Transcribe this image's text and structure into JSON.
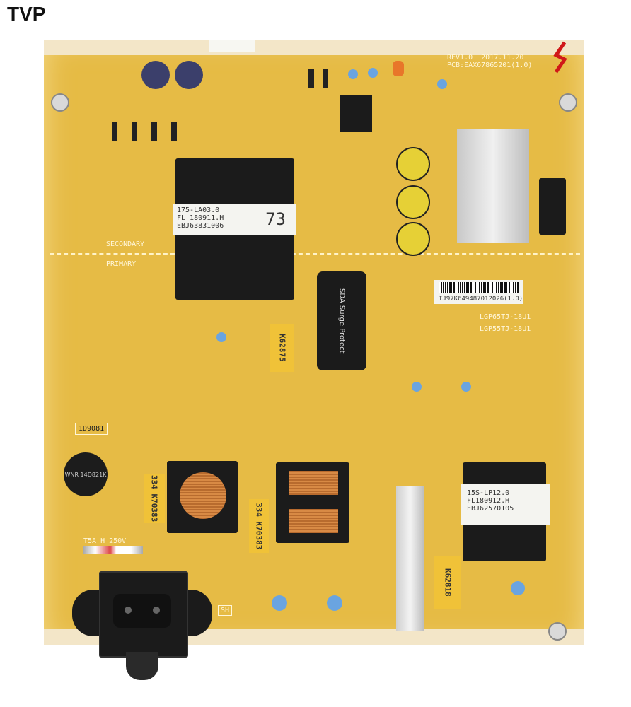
{
  "logo": "TVP",
  "board": {
    "revision": "REV1.0  2017.11.20",
    "pcb_number": "PCB:EAX67865201(1.0)",
    "barcode_text": "TJ97K649487012026(1.0)",
    "model_1": "LGP65TJ-18U1",
    "model_2": "LGP55TJ-18U1",
    "transformer_label": [
      "175-LA03.0",
      "FL 180911.H",
      "EBJ63831006"
    ],
    "transformer_number": "73",
    "secondary": "SECONDARY",
    "primary": "PRIMARY",
    "capacitor_1": "K62818",
    "capacitor_2": "334 K70383",
    "capacitor_3": "K62875",
    "capacitor_4": "334 K70383",
    "varistor": "WNR 14D821K",
    "surge_cap": "SDA Surge Protect",
    "aux_transformer": [
      "15S-LP12.0",
      "FL180912.H",
      "EBJ62570105"
    ],
    "fuse": "T5A H 250V",
    "sh_mark": "SH",
    "code_1": "1D9081"
  },
  "colors": {
    "board": "#e6bb45",
    "silkscreen": "#fff6d8",
    "red_mark": "#d01818"
  }
}
